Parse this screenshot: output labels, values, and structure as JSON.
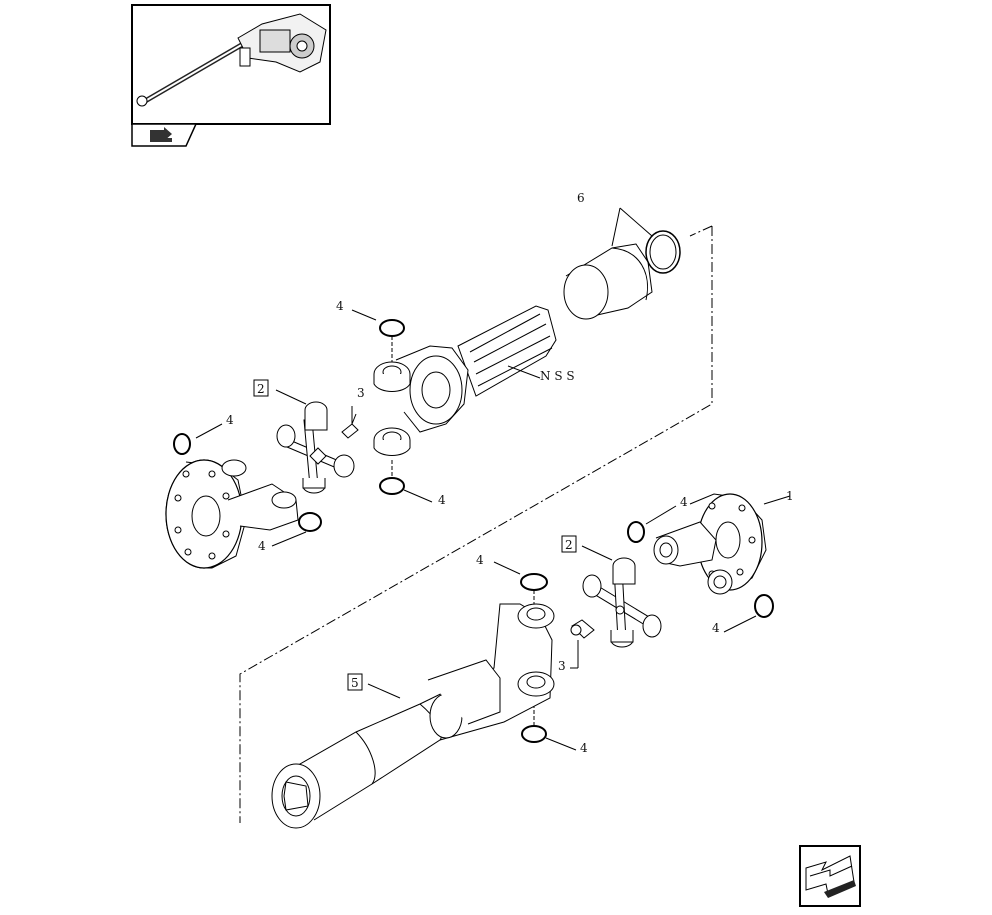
{
  "diagram": {
    "callouts": {
      "c1": "1",
      "c2_upper": "2",
      "c2_lower": "2",
      "c3_upper": "3",
      "c3_lower": "3",
      "c4_a": "4",
      "c4_b": "4",
      "c4_c": "4",
      "c4_d": "4",
      "c4_e": "4",
      "c4_f": "4",
      "c4_g": "4",
      "c4_h": "4",
      "c5": "5",
      "c6": "6",
      "nss": "N S S"
    }
  },
  "icons": {
    "thumbnail": "assembly-thumbnail-icon",
    "reference": "reference-arrow-icon",
    "nav_back": "back-arrow-icon"
  }
}
